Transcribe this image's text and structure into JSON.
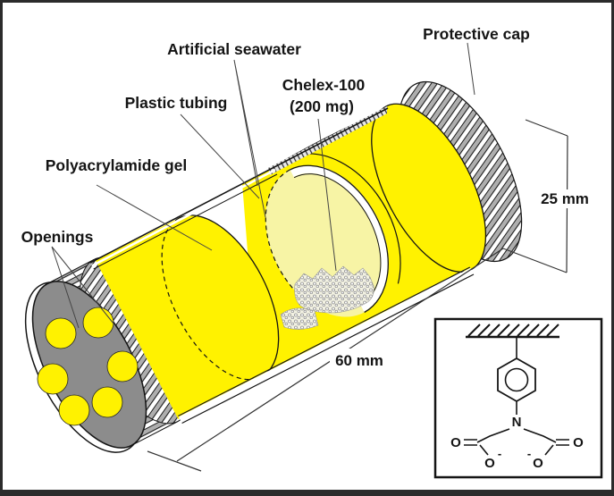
{
  "figure": {
    "labels": {
      "openings": "Openings",
      "polyacrylamide_gel": "Polyacrylamide gel",
      "plastic_tubing": "Plastic tubing",
      "artificial_seawater": "Artificial seawater",
      "chelex_name": "Chelex-100",
      "chelex_amount": "(200 mg)",
      "protective_cap": "Protective cap"
    },
    "dimensions": {
      "diameter": "25 mm",
      "length": "60 mm"
    },
    "inset": {
      "atoms": {
        "nitrogen": "N",
        "carbonyl_oxygen_left": "O",
        "carbonyl_oxygen_right": "O",
        "carboxylate_oxygen_left": "O",
        "carboxylate_oxygen_right": "O",
        "charge_left": "-",
        "charge_right": "-"
      }
    },
    "colors": {
      "device_yellow": "#FFF200",
      "seawater_pale_yellow": "#F7F4A5",
      "cap_gray": "#8C8C8C",
      "outline": "#141414",
      "frame": "#2b2b2b"
    }
  }
}
